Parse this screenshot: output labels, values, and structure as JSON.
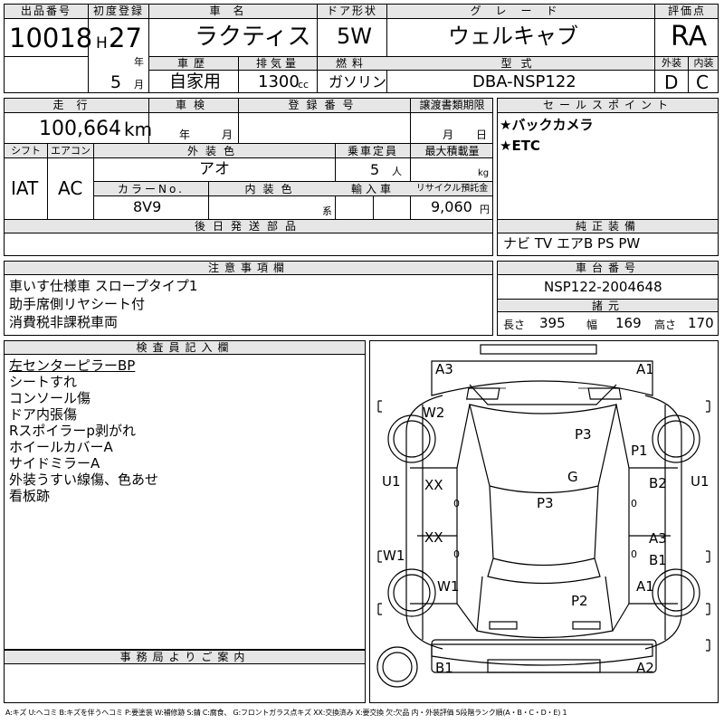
{
  "header": {
    "lot_no_label": "出品番号",
    "first_reg_label": "初度登録",
    "car_name_label": "車名",
    "door_label": "ドア形状",
    "grade_label": "グレード",
    "score_label": "評価点",
    "lot_no": "10018",
    "era": "H",
    "year": "27",
    "year_unit": "年",
    "month": "5",
    "month_unit": "月",
    "car_name": "ラクティス",
    "door_type": "5W",
    "grade": "ウェルキャブ",
    "score": "RA",
    "history_label": "車歴",
    "history": "自家用",
    "displacement_label": "排気量",
    "displacement": "1300",
    "displacement_unit": "cc",
    "fuel_label": "燃料",
    "fuel": "ガソリン",
    "model_label": "型式",
    "model": "DBA-NSP122",
    "ext_label": "外装",
    "ext_score": "D",
    "int_label": "内装",
    "int_score": "C"
  },
  "details": {
    "mileage_label": "走行",
    "mileage": "100,664",
    "mileage_unit": "km",
    "inspection_label": "車検",
    "insp_year_unit": "年",
    "insp_month_unit": "月",
    "reg_no_label": "登録番号",
    "transfer_label": "譲渡書類期限",
    "transfer_month_unit": "月",
    "transfer_day_unit": "日",
    "shift_label": "シフト",
    "ac_label": "エアコン",
    "shift": "IAT",
    "ac": "AC",
    "color_label": "外装色",
    "color": "アオ",
    "capacity_label": "乗車定員",
    "capacity": "5",
    "capacity_unit": "人",
    "max_load_label": "最大積載量",
    "max_load_unit": "kg",
    "color_no_label": "カラーNo.",
    "color_no": "8V9",
    "interior_color_label": "内装色",
    "interior_color_unit": "系",
    "import_label": "輸入車",
    "recycle_label": "リサイクル預託金",
    "recycle": "9,060",
    "recycle_unit": "円",
    "later_parts_label": "後日発送部品"
  },
  "sales": {
    "label": "セールスポイント",
    "points": [
      "★バックカメラ",
      "★ETC"
    ]
  },
  "equipment": {
    "label": "純正装備",
    "items": "ナビ TV エアB PS PW"
  },
  "notes": {
    "label": "注意事項欄",
    "lines": [
      "車いす仕様車 スロープタイプ1",
      "助手席側リヤシート付",
      "消費税非課税車両"
    ]
  },
  "chassis": {
    "label": "車台番号",
    "number": "NSP122-2004648",
    "dims_label": "諸元",
    "length_label": "長さ",
    "length": "395",
    "width_label": "幅",
    "width": "169",
    "height_label": "高さ",
    "height": "170"
  },
  "inspector": {
    "label": "検査員記入欄",
    "lines": [
      "左センターピラーBP",
      "シートすれ",
      "コンソール傷",
      "ドア内張傷",
      "Rスポイラーp剥がれ",
      "ホイールカバーA",
      "サイドミラーA",
      "外装うすい線傷、色あせ",
      "看板跡"
    ]
  },
  "office": {
    "label": "事務局よりご案内"
  },
  "diagram": {
    "marks": [
      "A3",
      "A1",
      "W2",
      "P3",
      "P1",
      "G",
      "U1",
      "XX",
      "B2",
      "U1",
      "P3",
      "XX",
      "A3",
      "B1",
      "W1",
      "W1",
      "A1",
      "P2",
      "B1",
      "A2"
    ],
    "zeros": [
      "0",
      "0",
      "0",
      "0"
    ]
  },
  "legend": "A:キズ U:ヘコミ B:キズを伴うヘコミ P:要塗装 W:補修跡 S:錆 C:腐食、 G:フロントガラス点キズ XX:交換済み X:要交換 欠:欠品 内・外装評価 5段階ランク順(A・B・C・D・E) 1"
}
